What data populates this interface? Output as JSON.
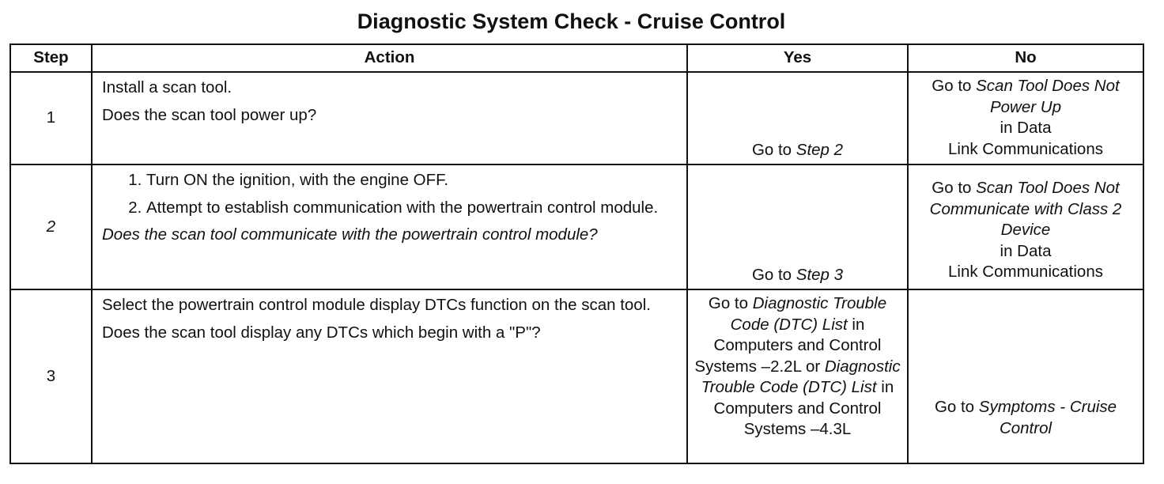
{
  "title": "Diagnostic System Check - Cruise Control",
  "headers": {
    "step": "Step",
    "action": "Action",
    "yes": "Yes",
    "no": "No"
  },
  "rows": [
    {
      "step": "1",
      "action_text": "Install a scan tool.",
      "question": "Does the scan tool power up?",
      "yes": {
        "prefix": "Go to ",
        "link": "Step 2"
      },
      "no": {
        "prefix": "Go to ",
        "link": "Scan Tool Does Not Power Up",
        "suffix1": "in Data",
        "suffix2": "Link Communications"
      }
    },
    {
      "step": "2",
      "actions": [
        "Turn ON the ignition, with the engine OFF.",
        "Attempt to establish communication with the powertrain control module."
      ],
      "question": "Does the scan tool communicate with the powertrain control module?",
      "yes": {
        "prefix": "Go to ",
        "link": "Step 3"
      },
      "no": {
        "prefix": "Go to ",
        "link": "Scan Tool Does Not Communicate with Class 2 Device",
        "suffix1": "in Data",
        "suffix2": "Link Communications"
      }
    },
    {
      "step": "3",
      "action_text": "Select the powertrain control module display DTCs function on the scan tool.",
      "question": "Does the scan tool display any DTCs which begin with a \"P\"?",
      "yes": {
        "prefix": "Go to ",
        "link1": "Diagnostic Trouble Code (DTC) List",
        "mid1": " in Computers and Control Systems –2.2L",
        "mid2": "or ",
        "link2": "Diagnostic Trouble Code (DTC) List",
        "suffix": " in Computers and Control Systems –4.3L"
      },
      "no": {
        "prefix": "Go to ",
        "link": "Symptoms - Cruise Control"
      }
    }
  ]
}
